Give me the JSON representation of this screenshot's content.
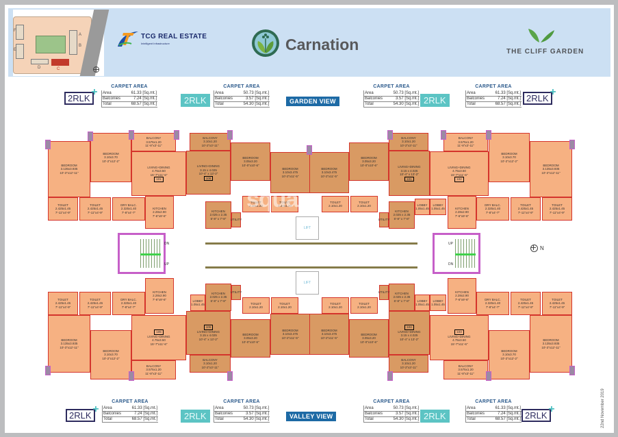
{
  "header": {
    "developer_logo": {
      "name": "TCG REAL ESTATE",
      "tm": "™",
      "tagline": "Intelligent Infrastructure"
    },
    "project_logo": {
      "name": "Carnation"
    },
    "brand_logo": {
      "name": "THE CLIFF GARDEN",
      "tm": "™"
    },
    "site_plan": {
      "labels": [
        "F",
        "E",
        "A",
        "B",
        "D",
        "C"
      ],
      "compass": "N",
      "highlighted_block": "C"
    }
  },
  "colors": {
    "header_bg": "#cce0f3",
    "view_badge": "#1d6aa5",
    "room_fill": "#f6b182",
    "wall": "#d4342c",
    "column": "#9b8aa4",
    "column_border": "#c65fc8",
    "badge_plus_border": "#2d2b5e",
    "badge_std_fill": "#5cc4c4"
  },
  "carpet_area_blocks": {
    "top": [
      {
        "title": "CARPET AREA",
        "unit_type": "2RLK",
        "variant": "plus",
        "rows": [
          {
            "label": "Area",
            "value": "61.33 [Sq.mt.]"
          },
          {
            "label": "Balconies",
            "value": "7.24 [Sq.mt.]"
          },
          {
            "label": "Total",
            "value": "68.57 [Sq.mt.]"
          }
        ]
      },
      {
        "title": "CARPET AREA",
        "unit_type": "2RLK",
        "variant": "std",
        "rows": [
          {
            "label": "Area",
            "value": "50.73 [Sq.mt.]"
          },
          {
            "label": "Balconies",
            "value": "3.57 [Sq.mt.]"
          },
          {
            "label": "Total",
            "value": "54.30 [Sq.mt.]"
          }
        ]
      },
      {
        "title": "CARPET AREA",
        "unit_type": "2RLK",
        "variant": "std",
        "rows": [
          {
            "label": "Area",
            "value": "50.73 [Sq.mt.]"
          },
          {
            "label": "Balconies",
            "value": "3.57 [Sq.mt.]"
          },
          {
            "label": "Total",
            "value": "54.30 [Sq.mt.]"
          }
        ]
      },
      {
        "title": "CARPET AREA",
        "unit_type": "2RLK",
        "variant": "plus",
        "rows": [
          {
            "label": "Area",
            "value": "61.33 [Sq.mt.]"
          },
          {
            "label": "Balconies",
            "value": "7.24 [Sq.mt.]"
          },
          {
            "label": "Total",
            "value": "68.57 [Sq.mt.]"
          }
        ]
      }
    ],
    "bottom": [
      {
        "title": "CARPET AREA",
        "unit_type": "2RLK",
        "variant": "plus",
        "rows": [
          {
            "label": "Area",
            "value": "61.33 [Sq.mt.]"
          },
          {
            "label": "Balconies",
            "value": "7.24 [Sq.mt.]"
          },
          {
            "label": "Total",
            "value": "68.57 [Sq.mt.]"
          }
        ]
      },
      {
        "title": "CARPET AREA",
        "unit_type": "2RLK",
        "variant": "std",
        "rows": [
          {
            "label": "Area",
            "value": "50.73 [Sq.mt.]"
          },
          {
            "label": "Balconies",
            "value": "3.57 [Sq.mt.]"
          },
          {
            "label": "Total",
            "value": "54.30 [Sq.mt.]"
          }
        ]
      },
      {
        "title": "CARPET AREA",
        "unit_type": "2RLK",
        "variant": "std",
        "rows": [
          {
            "label": "Area",
            "value": "50.73 [Sq.mt.]"
          },
          {
            "label": "Balconies",
            "value": "3.57 [Sq.mt.]"
          },
          {
            "label": "Total",
            "value": "54.30 [Sq.mt.]"
          }
        ]
      },
      {
        "title": "CARPET AREA",
        "unit_type": "2RLK",
        "variant": "plus",
        "rows": [
          {
            "label": "Area",
            "value": "61.33 [Sq.mt.]"
          },
          {
            "label": "Balconies",
            "value": "7.24 [Sq.mt.]"
          },
          {
            "label": "Total",
            "value": "68.57 [Sq.mt.]"
          }
        ]
      }
    ]
  },
  "views": {
    "top": "GARDEN VIEW",
    "bottom": "VALLEY VIEW"
  },
  "floor_plan": {
    "units": {
      "u101_top_left": {
        "number": "101",
        "rooms": {
          "bed1": {
            "name": "BEDROOM",
            "dim": "3.135x3.935",
            "ft": "10'-3\"x12'-11\""
          },
          "bed2": {
            "name": "BEDROOM",
            "dim": "3.10x3.70",
            "ft": "10'-2\"x12'-2\""
          },
          "balcony": {
            "name": "BALCONY",
            "dim": "3.575x1.20",
            "ft": "11'-8\"x3'-11\""
          },
          "living": {
            "name": "LIVING+DINING",
            "dim": "4.75x3.50",
            "ft": "15'-7\"x11'-6\""
          },
          "toilet1": {
            "name": "TOILET",
            "dim": "2.425x1.45",
            "ft": "7'-11\"x4'-9\""
          },
          "toilet2": {
            "name": "TOILET",
            "dim": "2.425x1.45",
            "ft": "7'-11\"x4'-9\""
          },
          "drybalc": {
            "name": "DRY BALC.",
            "dim": "2.325x1.40",
            "ft": "7'-8\"x4'-7\""
          },
          "kitchen": {
            "name": "KITCHEN",
            "dim": "2.28x2.90",
            "ft": "7'-6\"x9'-6\""
          }
        }
      },
      "u108_top_midleft": {
        "number": "108",
        "rooms": {
          "balcony": {
            "name": "BALCONY",
            "dim": "3.10x1.20",
            "ft": "10'-2\"x3'-11\""
          },
          "living": {
            "name": "LIVING+DINING",
            "dim": "3.15 x 4.025",
            "ft": "10'-4\" x 13'-2\""
          },
          "bed1": {
            "name": "BEDROOM",
            "dim": "3.05x3.20",
            "ft": "10'-0\"x10'-6\""
          },
          "bed2": {
            "name": "BEDROOM",
            "dim": "3.10x3.475",
            "ft": "10'-2\"x11'-5\""
          },
          "toilet1": {
            "name": "TOILET",
            "dim": "2.10x1.20",
            "ft": "6'-11\"x3'-11\""
          },
          "toilet2": {
            "name": "TOILET",
            "dim": "2.10x1.20",
            "ft": "6'-11\"x3'-11\""
          },
          "kitchen": {
            "name": "KITCHEN",
            "dim": "2.025 x 2.35",
            "ft": "6'-8\" x 7'-8\""
          },
          "utility": {
            "name": "UTILITY"
          }
        }
      },
      "u101b_top_midright": {
        "number": "101",
        "rooms": {
          "balcony": {
            "name": "BALCONY",
            "dim": "3.10x1.20",
            "ft": "10'-2\"x3'-11\""
          },
          "living": {
            "name": "LIVING+DINING",
            "dim": "3.15 x 4.025",
            "ft": "10'-4\" x 13'-2\""
          },
          "bed1": {
            "name": "BEDROOM",
            "dim": "3.05x3.20",
            "ft": "10'-0\"x10'-6\""
          },
          "bed2": {
            "name": "BEDROOM",
            "dim": "3.10x3.475",
            "ft": "10'-2\"x11'-5\""
          },
          "toilet1": {
            "name": "TOILET",
            "dim": "2.10x1.20",
            "ft": "6'-11\"x3'-11\""
          },
          "toilet2": {
            "name": "TOILET",
            "dim": "2.10x1.20",
            "ft": "6'-11\"x3'-11\""
          },
          "kitchen": {
            "name": "KITCHEN",
            "dim": "2.025 x 2.35",
            "ft": "6'-8\" x 7'-8\""
          },
          "utility": {
            "name": "UTILITY"
          },
          "lobby": {
            "name": "LOBBY",
            "dim": "1.05x1.45",
            "ft": "3'-5\"x4'-9\""
          }
        }
      },
      "u102_top_right": {
        "number": "102",
        "rooms": {
          "balcony": {
            "name": "BALCONY",
            "dim": "3.575x1.20",
            "ft": "11'-8\"x3'-11\""
          },
          "living": {
            "name": "LIVING+DINING",
            "dim": "4.75x3.50",
            "ft": "15'-7\"x11'-6\""
          },
          "bed1": {
            "name": "BEDROOM",
            "dim": "3.10x3.70",
            "ft": "10'-2\"x12'-2\""
          },
          "bed2": {
            "name": "BEDROOM",
            "dim": "3.135x3.935",
            "ft": "10'-3\"x12'-11\""
          },
          "toilet1": {
            "name": "TOILET",
            "dim": "2.425x1.45",
            "ft": "7'-11\"x4'-9\""
          },
          "toilet2": {
            "name": "TOILET",
            "dim": "2.425x1.45",
            "ft": "7'-11\"x4'-9\""
          },
          "drybalc": {
            "name": "DRY BALC.",
            "dim": "2.325x1.40",
            "ft": "7'-8\"x4'-7\""
          },
          "kitchen": {
            "name": "KITCHEN",
            "dim": "2.28x2.90",
            "ft": "7'-6\"x9'-6\""
          },
          "lobby": {
            "name": "LOBBY",
            "dim": "1.05x1.45",
            "ft": "3'-5\"x4'-9\""
          }
        }
      },
      "u105_bottom_left": {
        "number": "105",
        "rooms": {
          "toilet1": {
            "name": "TOILET",
            "dim": "2.425x1.45",
            "ft": "7'-11\"x4'-9\""
          },
          "toilet2": {
            "name": "TOILET",
            "dim": "2.425x1.45",
            "ft": "7'-11\"x4'-9\""
          },
          "drybalc": {
            "name": "DRY BALC.",
            "dim": "2.325x1.40",
            "ft": "7'-8\"x4'-7\""
          },
          "kitchen": {
            "name": "KITCHEN",
            "dim": "2.28x2.90",
            "ft": "7'-6\"x9'-6\""
          },
          "bed1": {
            "name": "BEDROOM",
            "dim": "3.135x3.935",
            "ft": "10'-3\"x12'-11\""
          },
          "bed2": {
            "name": "BEDROOM",
            "dim": "3.10x3.70",
            "ft": "10'-2\"x12'-2\""
          },
          "living": {
            "name": "LIVING+DINING",
            "dim": "4.75x3.50",
            "ft": "15'-7\"x11'-6\""
          },
          "balcony": {
            "name": "BALCONY",
            "dim": "3.575x1.20",
            "ft": "11'-8\"x3'-11\""
          }
        }
      },
      "u106_bottom_midleft": {
        "number": "106",
        "rooms": {
          "kitchen": {
            "name": "KITCHEN",
            "dim": "2.025 x 2.35",
            "ft": "6'-8\" x 7'-8\""
          },
          "utility": {
            "name": "UTILITY"
          },
          "toilet1": {
            "name": "TOILET",
            "dim": "2.10x1.20",
            "ft": "6'-11\"x3'-11\""
          },
          "toilet2": {
            "name": "TOILET",
            "dim": "2.10x1.20",
            "ft": "6'-11\"x3'-11\""
          },
          "living": {
            "name": "LIVING+DINING",
            "dim": "3.15 x 4.025",
            "ft": "10'-4\" x 13'-2\""
          },
          "bed1": {
            "name": "BEDROOM",
            "dim": "3.05x3.20",
            "ft": "10'-0\"x10'-6\""
          },
          "bed2": {
            "name": "BEDROOM",
            "dim": "3.10x3.475",
            "ft": "10'-2\"x11'-5\""
          },
          "balcony": {
            "name": "BALCONY",
            "dim": "3.10x1.20",
            "ft": "10'-2\"x3'-11\""
          },
          "lobby": {
            "name": "LOBBY",
            "dim": "1.05x1.45",
            "ft": "3'-5\"x4'-9\""
          }
        }
      },
      "u104_bottom_midright": {
        "number": "104",
        "rooms": {
          "toilet1": {
            "name": "TOILET",
            "dim": "2.10x1.20",
            "ft": "6'-11\"x3'-11\""
          },
          "toilet2": {
            "name": "TOILET",
            "dim": "2.10x1.20",
            "ft": "6'-11\"x3'-11\""
          },
          "kitchen": {
            "name": "KITCHEN",
            "dim": "2.025 x 2.35",
            "ft": "6'-8\" x 7'-8\""
          },
          "utility": {
            "name": "UTILITY"
          },
          "bed1": {
            "name": "BEDROOM",
            "dim": "3.10x3.475",
            "ft": "10'-2\"x11'-5\""
          },
          "bed2": {
            "name": "BEDROOM",
            "dim": "3.05x3.20",
            "ft": "10'-0\"x10'-6\""
          },
          "living": {
            "name": "LIVING+DINING",
            "dim": "3.15 x 4.025",
            "ft": "10'-4\" x 13'-2\""
          },
          "balcony": {
            "name": "BALCONY",
            "dim": "3.10x1.20",
            "ft": "10'-2\"x3'-11\""
          },
          "lobby": {
            "name": "LOBBY",
            "dim": "1.05x1.45",
            "ft": "3'-5\"x4'-9\""
          }
        }
      },
      "u103_bottom_right": {
        "number": "103",
        "rooms": {
          "kitchen": {
            "name": "KITCHEN",
            "dim": "2.28x2.90",
            "ft": "7'-6\"x9'-6\""
          },
          "drybalc": {
            "name": "DRY BALC.",
            "dim": "2.325x1.40",
            "ft": "7'-8\"x4'-7\""
          },
          "toilet1": {
            "name": "TOILET",
            "dim": "2.425x1.45",
            "ft": "7'-11\"x4'-9\""
          },
          "toilet2": {
            "name": "TOILET",
            "dim": "2.425x1.45",
            "ft": "7'-11\"x4'-9\""
          },
          "living": {
            "name": "LIVING+DINING",
            "dim": "4.75x3.50",
            "ft": "15'-7\"x11'-6\""
          },
          "bed1": {
            "name": "BEDROOM",
            "dim": "3.10x3.70",
            "ft": "10'-2\"x12'-2\""
          },
          "bed2": {
            "name": "BEDROOM",
            "dim": "3.135x3.935",
            "ft": "10'-3\"x12'-11\""
          },
          "balcony": {
            "name": "BALCONY",
            "dim": "3.575x1.20",
            "ft": "11'-8\"x3'-11\""
          },
          "lobby": {
            "name": "LOBBY",
            "dim": "1.05x1.45",
            "ft": "3'-5\"x4'-9\""
          }
        }
      }
    },
    "stairs": {
      "up": "UP",
      "down": "DN"
    },
    "lift_label": "LIFT",
    "north": "N"
  },
  "watermark": "square",
  "date_stamp": "22nd November 2019"
}
